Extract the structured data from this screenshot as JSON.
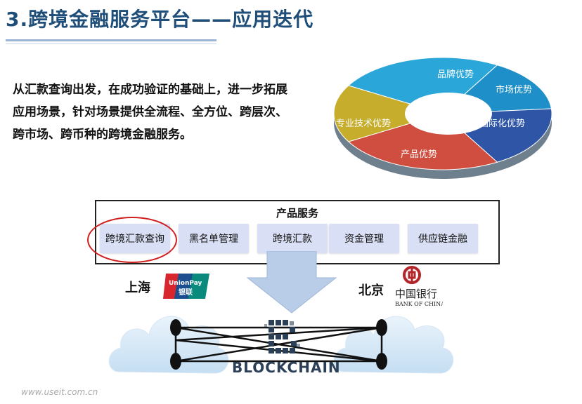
{
  "header": {
    "title": "3.跨境金融服务平台——应用迭代"
  },
  "description": {
    "line1": "从汇款查询出发，在成功验证的基础上，进一步拓展",
    "line2": "应用场景，针对场景提供全流程、全方位、跨层次、",
    "line3": "跨市场、跨币种的跨境金融服务。"
  },
  "advantages_ring": {
    "segments": [
      {
        "label": "品牌优势",
        "color": "#2aa6d8"
      },
      {
        "label": "市场优势",
        "color": "#1f8fc9"
      },
      {
        "label": "国际化优势",
        "color": "#2e55a6"
      },
      {
        "label": "产品优势",
        "color": "#cf4e3f"
      },
      {
        "label": "专业技术优势",
        "color": "#c6ad2c"
      }
    ]
  },
  "products": {
    "title": "产品服务",
    "items": [
      {
        "label": "跨境汇款查询"
      },
      {
        "label": "黑名单管理"
      },
      {
        "label": "跨境汇款"
      },
      {
        "label": "资金管理"
      },
      {
        "label": "供应链金融"
      }
    ]
  },
  "network": {
    "left_city": "上海",
    "right_city": "北京",
    "unionpay_logo_text": "UnionPay 银联",
    "boc_logo_text": "中国银行 BANK OF CHINA",
    "blockchain_label": "BLOCKCHAIN"
  },
  "watermark": "www.useit.com.cn",
  "colors": {
    "title": "#1f4e79",
    "chip_bg": "#d9dff4",
    "highlight": "#d02020",
    "arrow": "#b9cde8"
  }
}
